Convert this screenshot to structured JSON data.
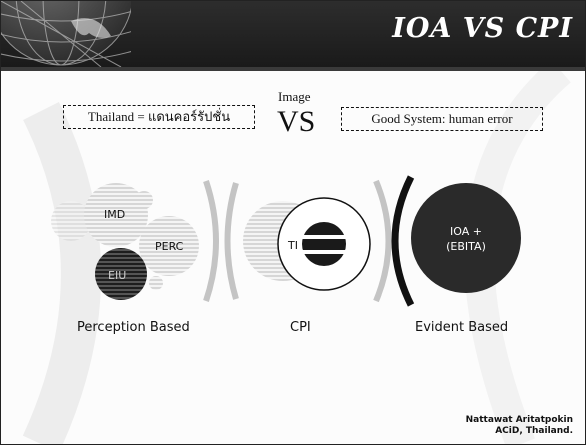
{
  "slide": {
    "title": "IOA VS CPI",
    "center_label": "Image",
    "vs_text": "VS",
    "left_box": "Thailand = แดนคอร์รัปชั่น",
    "right_box": "Good System: human error"
  },
  "diagram": {
    "circles": {
      "imd": "IMD",
      "perc": "PERC",
      "eiu": "EIU",
      "ti": "TI",
      "ioa": "IOA +",
      "ebita": "(EBITA)"
    },
    "columns": {
      "perception": "Perception Based",
      "cpi": "CPI",
      "evident": "Evident Based"
    }
  },
  "credit": {
    "author": "Nattawat Aritatpokin",
    "affiliation": "ACiD, Thailand."
  },
  "colors": {
    "header_bg": "#1f1f1f",
    "title_text": "#ffffff",
    "dark_circle": "#2a2a2a",
    "stripe_light": "#d9d9d9",
    "arc_gray": "#bdbdbd"
  }
}
